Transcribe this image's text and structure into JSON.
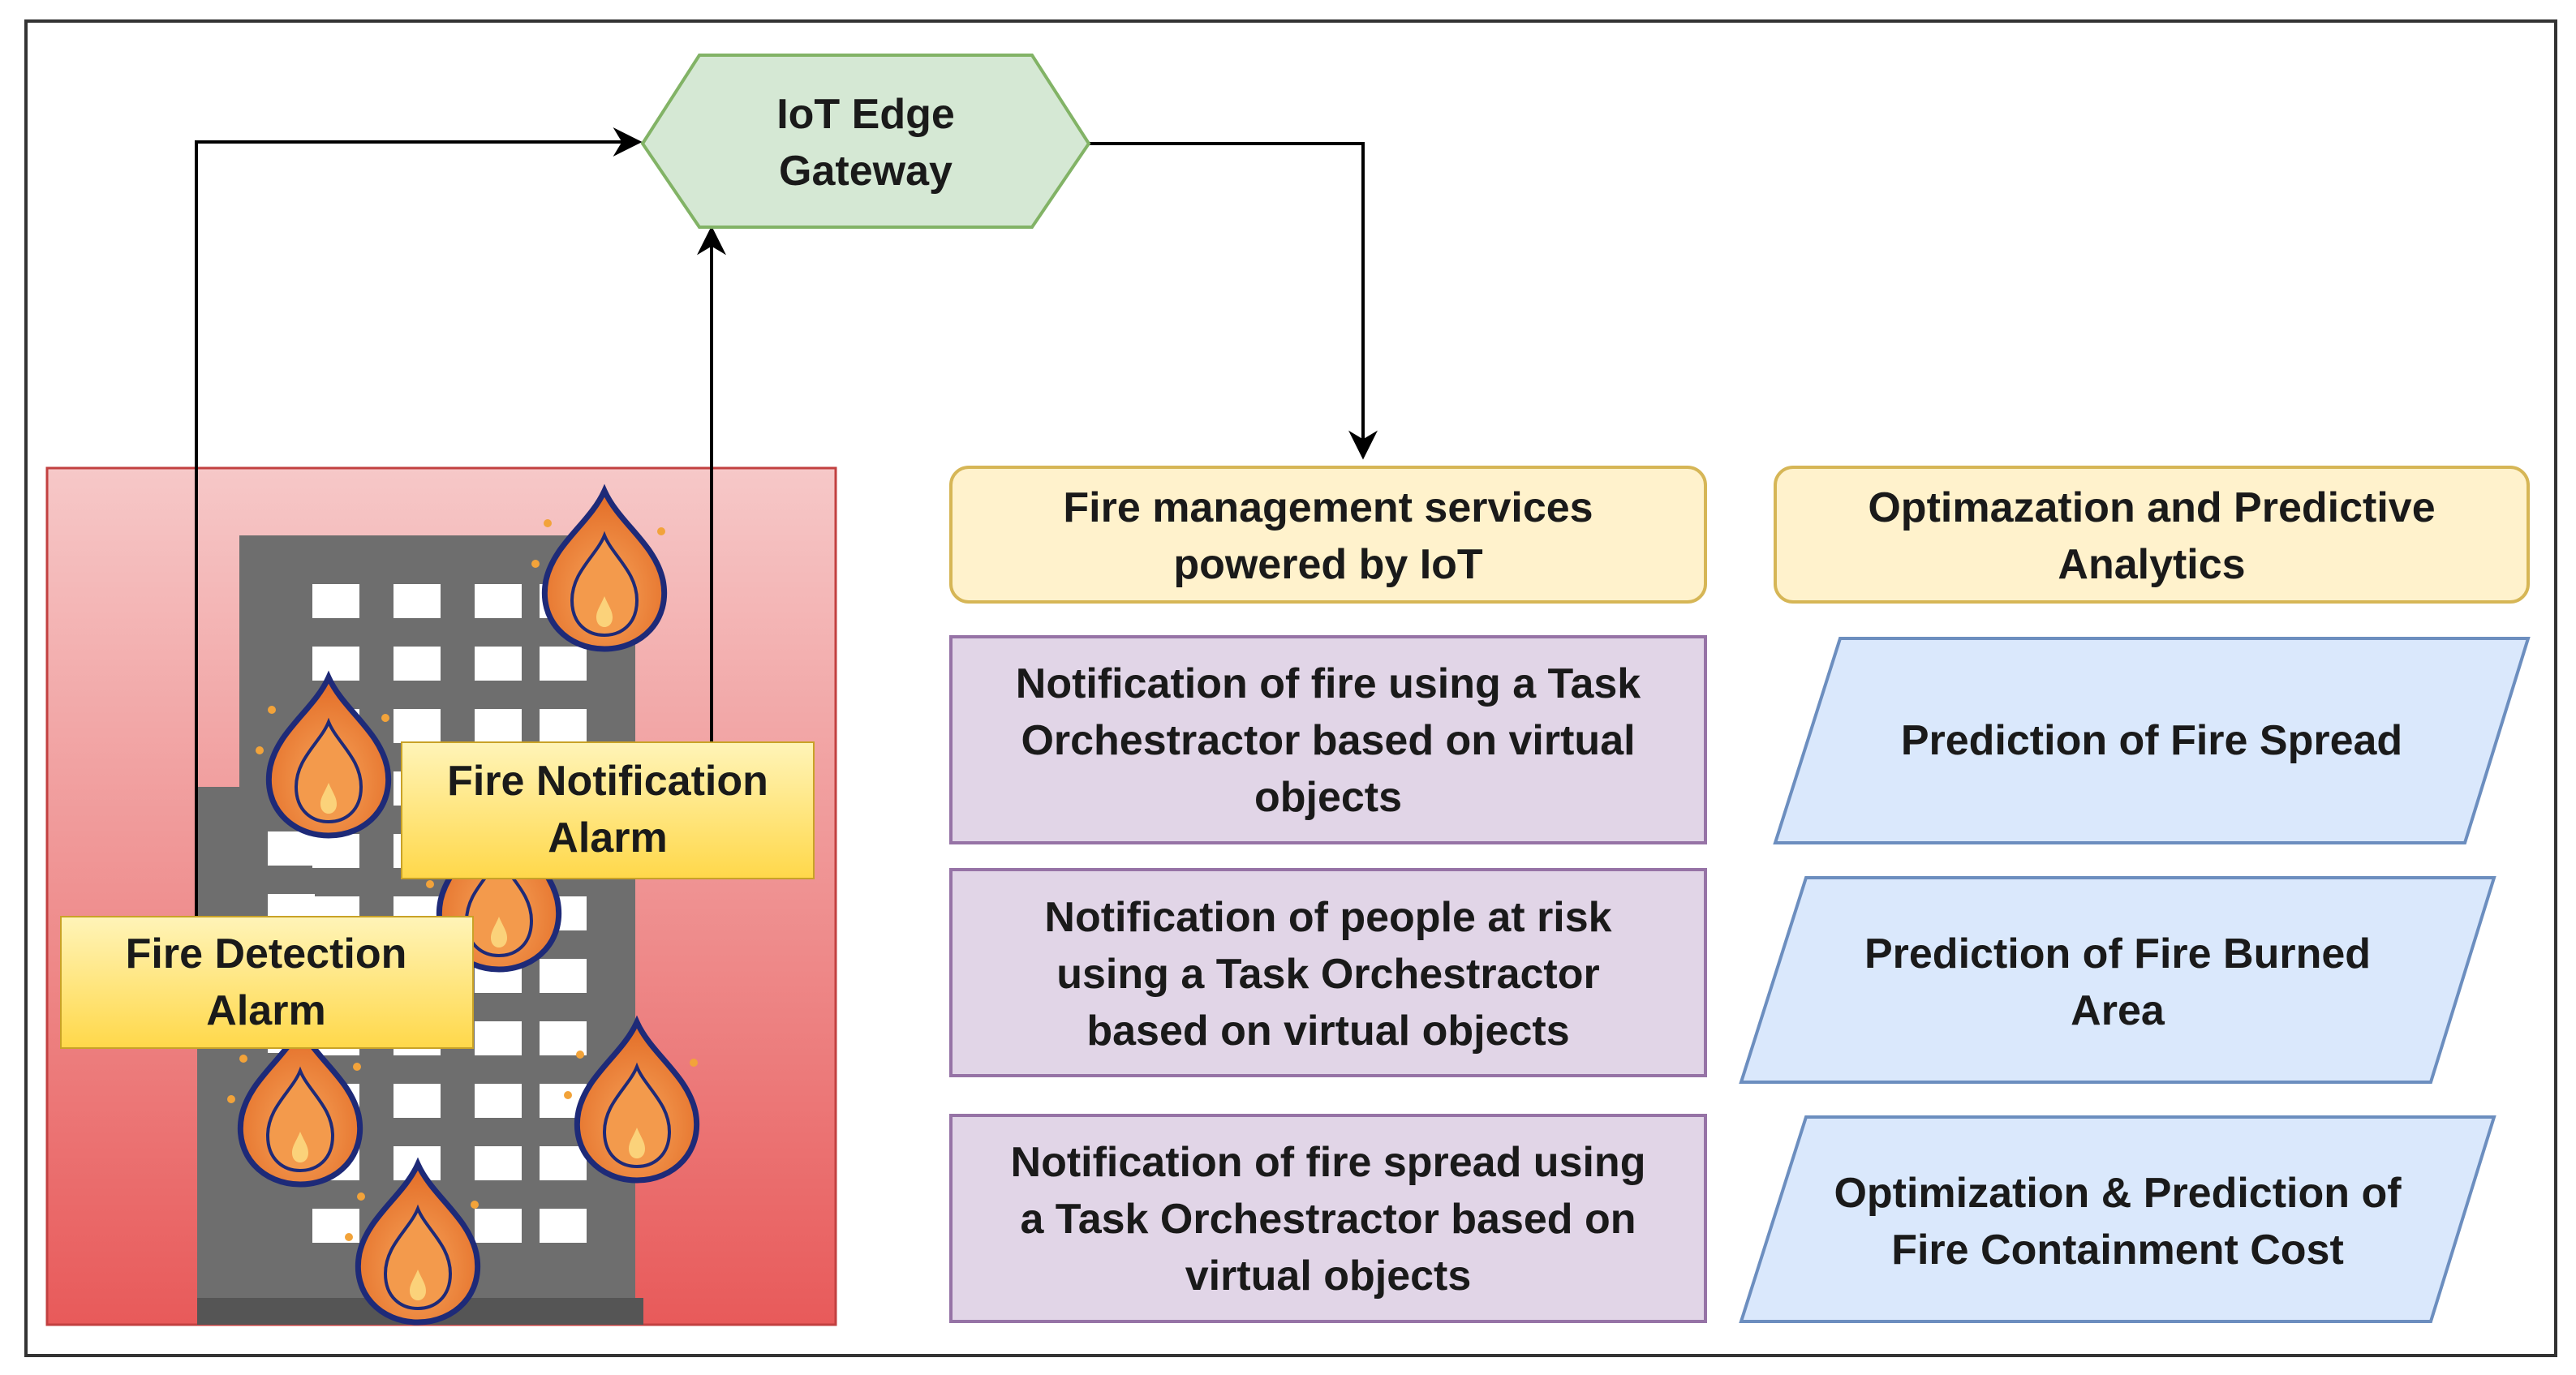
{
  "gateway": {
    "line1": "IoT Edge",
    "line2": "Gateway"
  },
  "alarms": {
    "notification": {
      "line1": "Fire Notification",
      "line2": "Alarm"
    },
    "detection": {
      "line1": "Fire Detection",
      "line2": "Alarm"
    }
  },
  "services": {
    "header": {
      "line1": "Fire management services",
      "line2": "powered by IoT"
    },
    "items": [
      {
        "line1": "Notification of fire using a Task",
        "line2": "Orchestractor based on virtual",
        "line3": "objects"
      },
      {
        "line1": "Notification of people at risk",
        "line2": "using a Task Orchestractor",
        "line3": "based on virtual objects"
      },
      {
        "line1": "Notification of fire spread using",
        "line2": "a Task Orchestractor based on",
        "line3": "virtual objects"
      }
    ]
  },
  "analytics": {
    "header": {
      "line1": "Optimazation and Predictive",
      "line2": "Analytics"
    },
    "items": [
      {
        "line1": "Prediction of Fire Spread"
      },
      {
        "line1": "Prediction of Fire Burned",
        "line2": "Area"
      },
      {
        "line1": "Optimization & Prediction of",
        "line2": "Fire Containment Cost"
      }
    ]
  },
  "colors": {
    "gateway_fill": "#d5e8d4",
    "gateway_stroke": "#82b366",
    "alarm_fill": "#ffe680",
    "header_fill": "#fff2cc",
    "header_stroke": "#d6b656",
    "service_fill": "#e1d5e7",
    "service_stroke": "#9673a6",
    "analytics_fill": "#dae8fc",
    "analytics_stroke": "#6c8ebf",
    "building": "#707070",
    "window": "#ffffff",
    "flame_outer": "#1e2a78",
    "flame_fill": "#f08a3a"
  }
}
